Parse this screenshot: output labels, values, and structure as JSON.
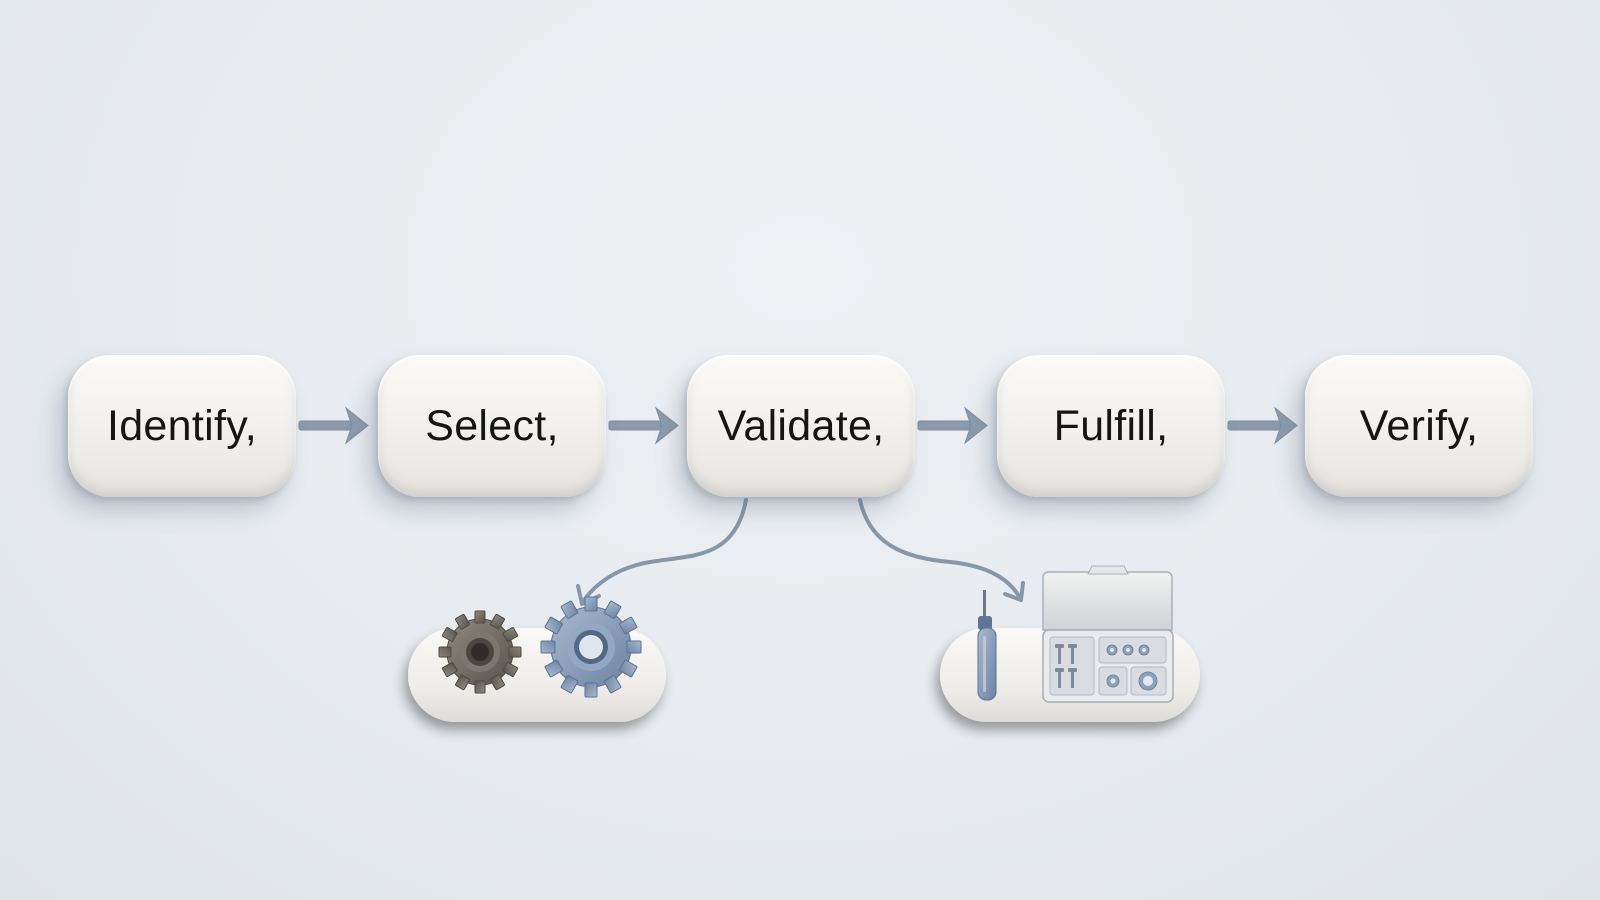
{
  "steps": [
    {
      "label": "Identify,"
    },
    {
      "label": "Select,"
    },
    {
      "label": "Validate,"
    },
    {
      "label": "Fulfill,"
    },
    {
      "label": "Verify,"
    }
  ],
  "colors": {
    "background": "#e8ecef",
    "box": "#f3f2ef",
    "arrow": "#8a9aac",
    "gear_dark": "#6e6a62",
    "gear_blue": "#7f95b2",
    "screwdriver": "#7d93b1",
    "tray": "#efeeeb"
  },
  "icons": [
    "gear-icon",
    "screwdriver-icon",
    "parts-box-icon"
  ]
}
